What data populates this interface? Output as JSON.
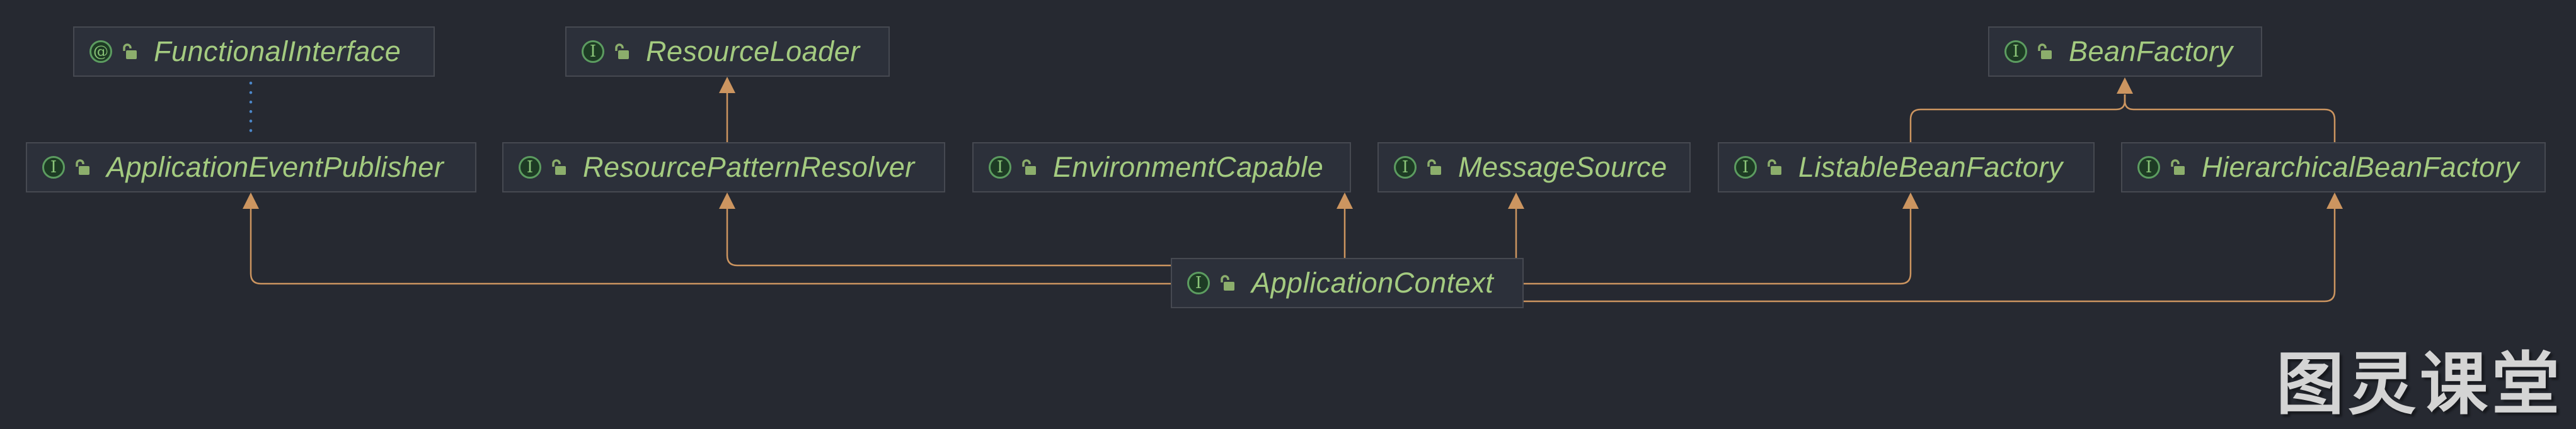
{
  "app": {
    "context": "IDE UML class diagram view"
  },
  "colors": {
    "bg": "#262931",
    "node_bg": "#2C303A",
    "node_border": "#464951",
    "label": "#A4CB80",
    "edge": "#CC9560",
    "annotation_edge": "#4C87C9",
    "icon_ring": "#5C9C60",
    "icon_bg": "#1D3B24",
    "icon_glyph": "#8AC578",
    "lock": "#8CAE6C",
    "watermark": "#D4D4D4"
  },
  "icons": {
    "annotation_glyph": "@",
    "interface_glyph": "I"
  },
  "diagram": {
    "nodes": {
      "functional_interface": {
        "label": "FunctionalInterface",
        "stereotype": "annotation"
      },
      "resource_loader": {
        "label": "ResourceLoader",
        "stereotype": "interface"
      },
      "bean_factory": {
        "label": "BeanFactory",
        "stereotype": "interface"
      },
      "application_event_publisher": {
        "label": "ApplicationEventPublisher",
        "stereotype": "interface"
      },
      "resource_pattern_resolver": {
        "label": "ResourcePatternResolver",
        "stereotype": "interface"
      },
      "environment_capable": {
        "label": "EnvironmentCapable",
        "stereotype": "interface"
      },
      "message_source": {
        "label": "MessageSource",
        "stereotype": "interface"
      },
      "listable_bean_factory": {
        "label": "ListableBeanFactory",
        "stereotype": "interface"
      },
      "hierarchical_bean_factory": {
        "label": "HierarchicalBeanFactory",
        "stereotype": "interface"
      },
      "application_context": {
        "label": "ApplicationContext",
        "stereotype": "interface"
      }
    },
    "edges": [
      {
        "from": "application_event_publisher",
        "to": "functional_interface",
        "type": "annotated-with"
      },
      {
        "from": "resource_pattern_resolver",
        "to": "resource_loader",
        "type": "extends"
      },
      {
        "from": "listable_bean_factory",
        "to": "bean_factory",
        "type": "extends"
      },
      {
        "from": "hierarchical_bean_factory",
        "to": "bean_factory",
        "type": "extends"
      },
      {
        "from": "application_context",
        "to": "application_event_publisher",
        "type": "extends"
      },
      {
        "from": "application_context",
        "to": "resource_pattern_resolver",
        "type": "extends"
      },
      {
        "from": "application_context",
        "to": "environment_capable",
        "type": "extends"
      },
      {
        "from": "application_context",
        "to": "message_source",
        "type": "extends"
      },
      {
        "from": "application_context",
        "to": "listable_bean_factory",
        "type": "extends"
      },
      {
        "from": "application_context",
        "to": "hierarchical_bean_factory",
        "type": "extends"
      }
    ]
  },
  "watermark": {
    "text": "图灵课堂"
  }
}
